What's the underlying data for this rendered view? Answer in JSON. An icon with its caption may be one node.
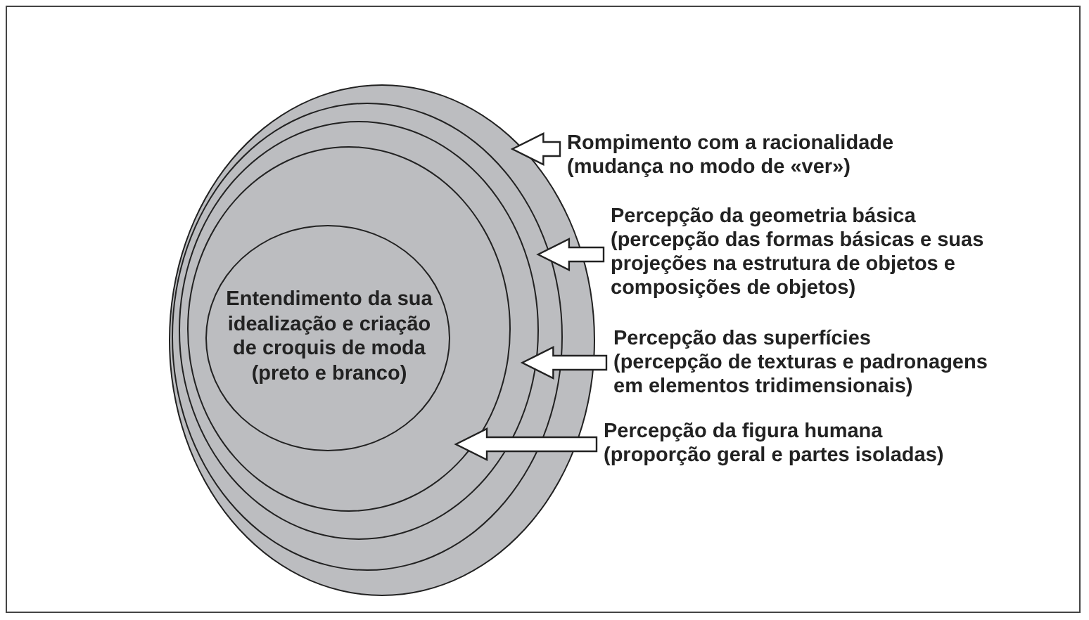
{
  "diagram": {
    "nodes": [
      {
        "text": [],
        "shape": "circle"
      },
      {
        "text": [],
        "shape": "circle",
        "in": 0
      },
      {
        "text": [],
        "shape": "circle",
        "in": 1
      },
      {
        "text": [],
        "shape": "circle",
        "in": 2
      },
      {
        "text": [
          "Entendimento da sua idealização e criação de croquis de moda (preto e branco)"
        ],
        "in": 3
      },
      {
        "text": [
          "Rompimento com a racionalidade",
          "(mudança no modo de «ver»)"
        ]
      },
      {
        "text": [
          "Percepção da geometria básica",
          "(percepção das formas básicas e suas projeções na estrutura de objetos e composições de objetos)"
        ]
      },
      {
        "text": [
          "Percepção das superfícies",
          "(percepção de texturas e padronagens em elementos tridimensionais)"
        ]
      },
      {
        "text": [
          "Percepção da figura humana",
          "(proporção geral e partes isoladas)"
        ]
      }
    ],
    "edges": [
      {
        "from": 5,
        "to": 0,
        "arrow": "to"
      },
      {
        "from": 6,
        "to": 1,
        "arrow": "to"
      },
      {
        "from": 7,
        "to": 2,
        "arrow": "to"
      },
      {
        "from": 8,
        "to": 3,
        "arrow": "to"
      }
    ]
  }
}
